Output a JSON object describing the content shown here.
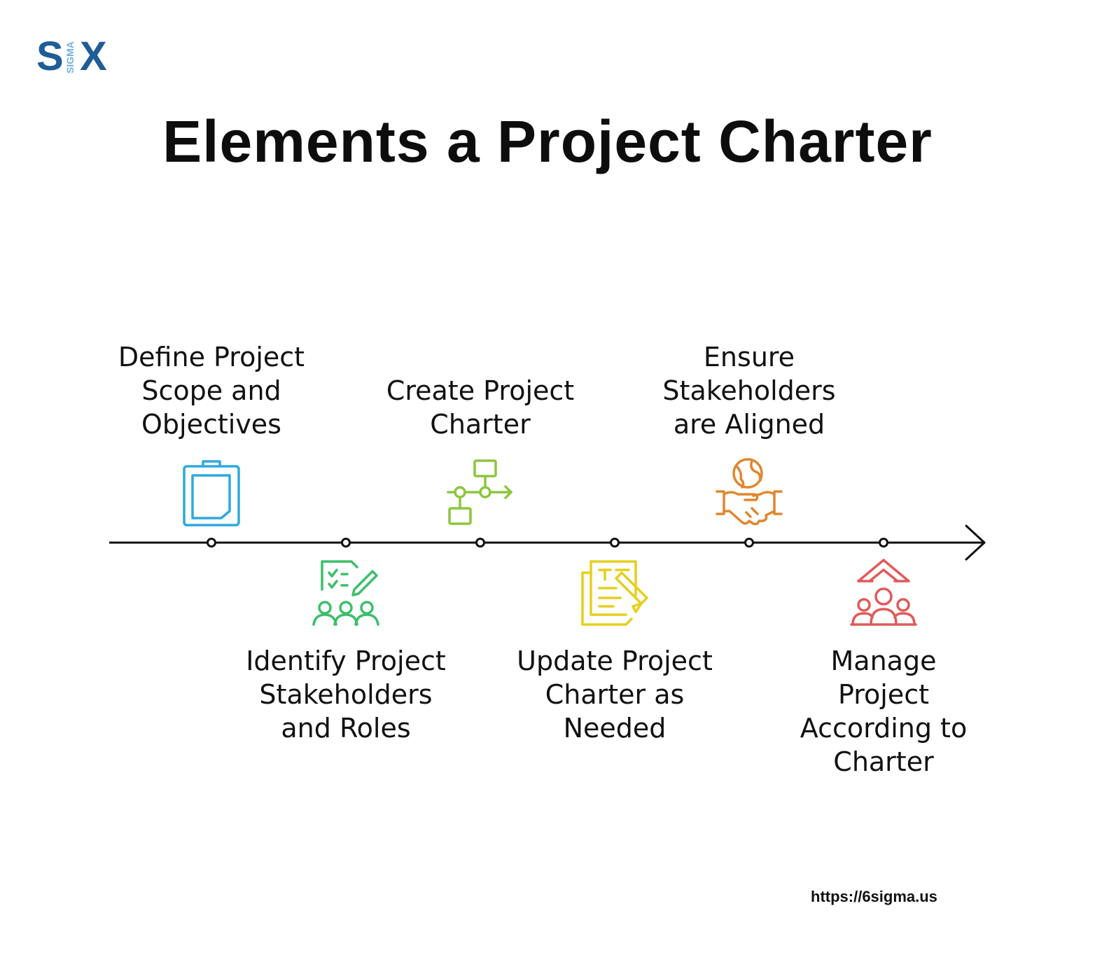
{
  "logo": {
    "left": "S",
    "right": "X",
    "vertical": "SIGMA"
  },
  "title": "Elements a Project Charter",
  "steps": [
    {
      "lines": [
        "Define Project",
        "Scope and",
        "Objectives"
      ],
      "icon": "clipboard-icon",
      "color": "#2ea8de"
    },
    {
      "lines": [
        "Identify Project",
        "Stakeholders",
        "and Roles"
      ],
      "icon": "team-checklist-icon",
      "color": "#3cbf6b"
    },
    {
      "lines": [
        "Create Project",
        "Charter"
      ],
      "icon": "flowchart-icon",
      "color": "#8cc63f"
    },
    {
      "lines": [
        "Update Project",
        "Charter as",
        "Needed"
      ],
      "icon": "document-edit-icon",
      "color": "#e6cf1d"
    },
    {
      "lines": [
        "Ensure",
        "Stakeholders",
        "are Aligned"
      ],
      "icon": "handshake-globe-icon",
      "color": "#e0872e"
    },
    {
      "lines": [
        "Manage",
        "Project",
        "According to",
        "Charter"
      ],
      "icon": "team-growth-icon",
      "color": "#e05a5a"
    }
  ],
  "footer": {
    "url": "https://6sigma.us"
  }
}
